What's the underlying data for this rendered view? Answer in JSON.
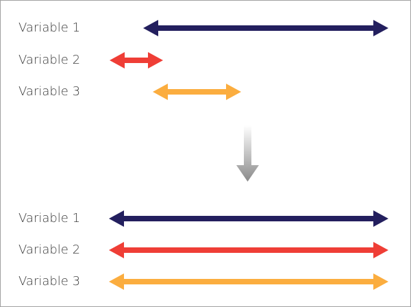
{
  "before": {
    "rows": [
      {
        "label": "Variable 1",
        "color": "#231f5e"
      },
      {
        "label": "Variable 2",
        "color": "#ef3e36"
      },
      {
        "label": "Variable 3",
        "color": "#fbad3f"
      }
    ]
  },
  "transition_arrow": {
    "icon": "arrow-down-icon",
    "color": "#8a8a8a"
  },
  "after": {
    "rows": [
      {
        "label": "Variable 1",
        "color": "#231f5e"
      },
      {
        "label": "Variable 2",
        "color": "#ef3e36"
      },
      {
        "label": "Variable 3",
        "color": "#fbad3f"
      }
    ]
  }
}
